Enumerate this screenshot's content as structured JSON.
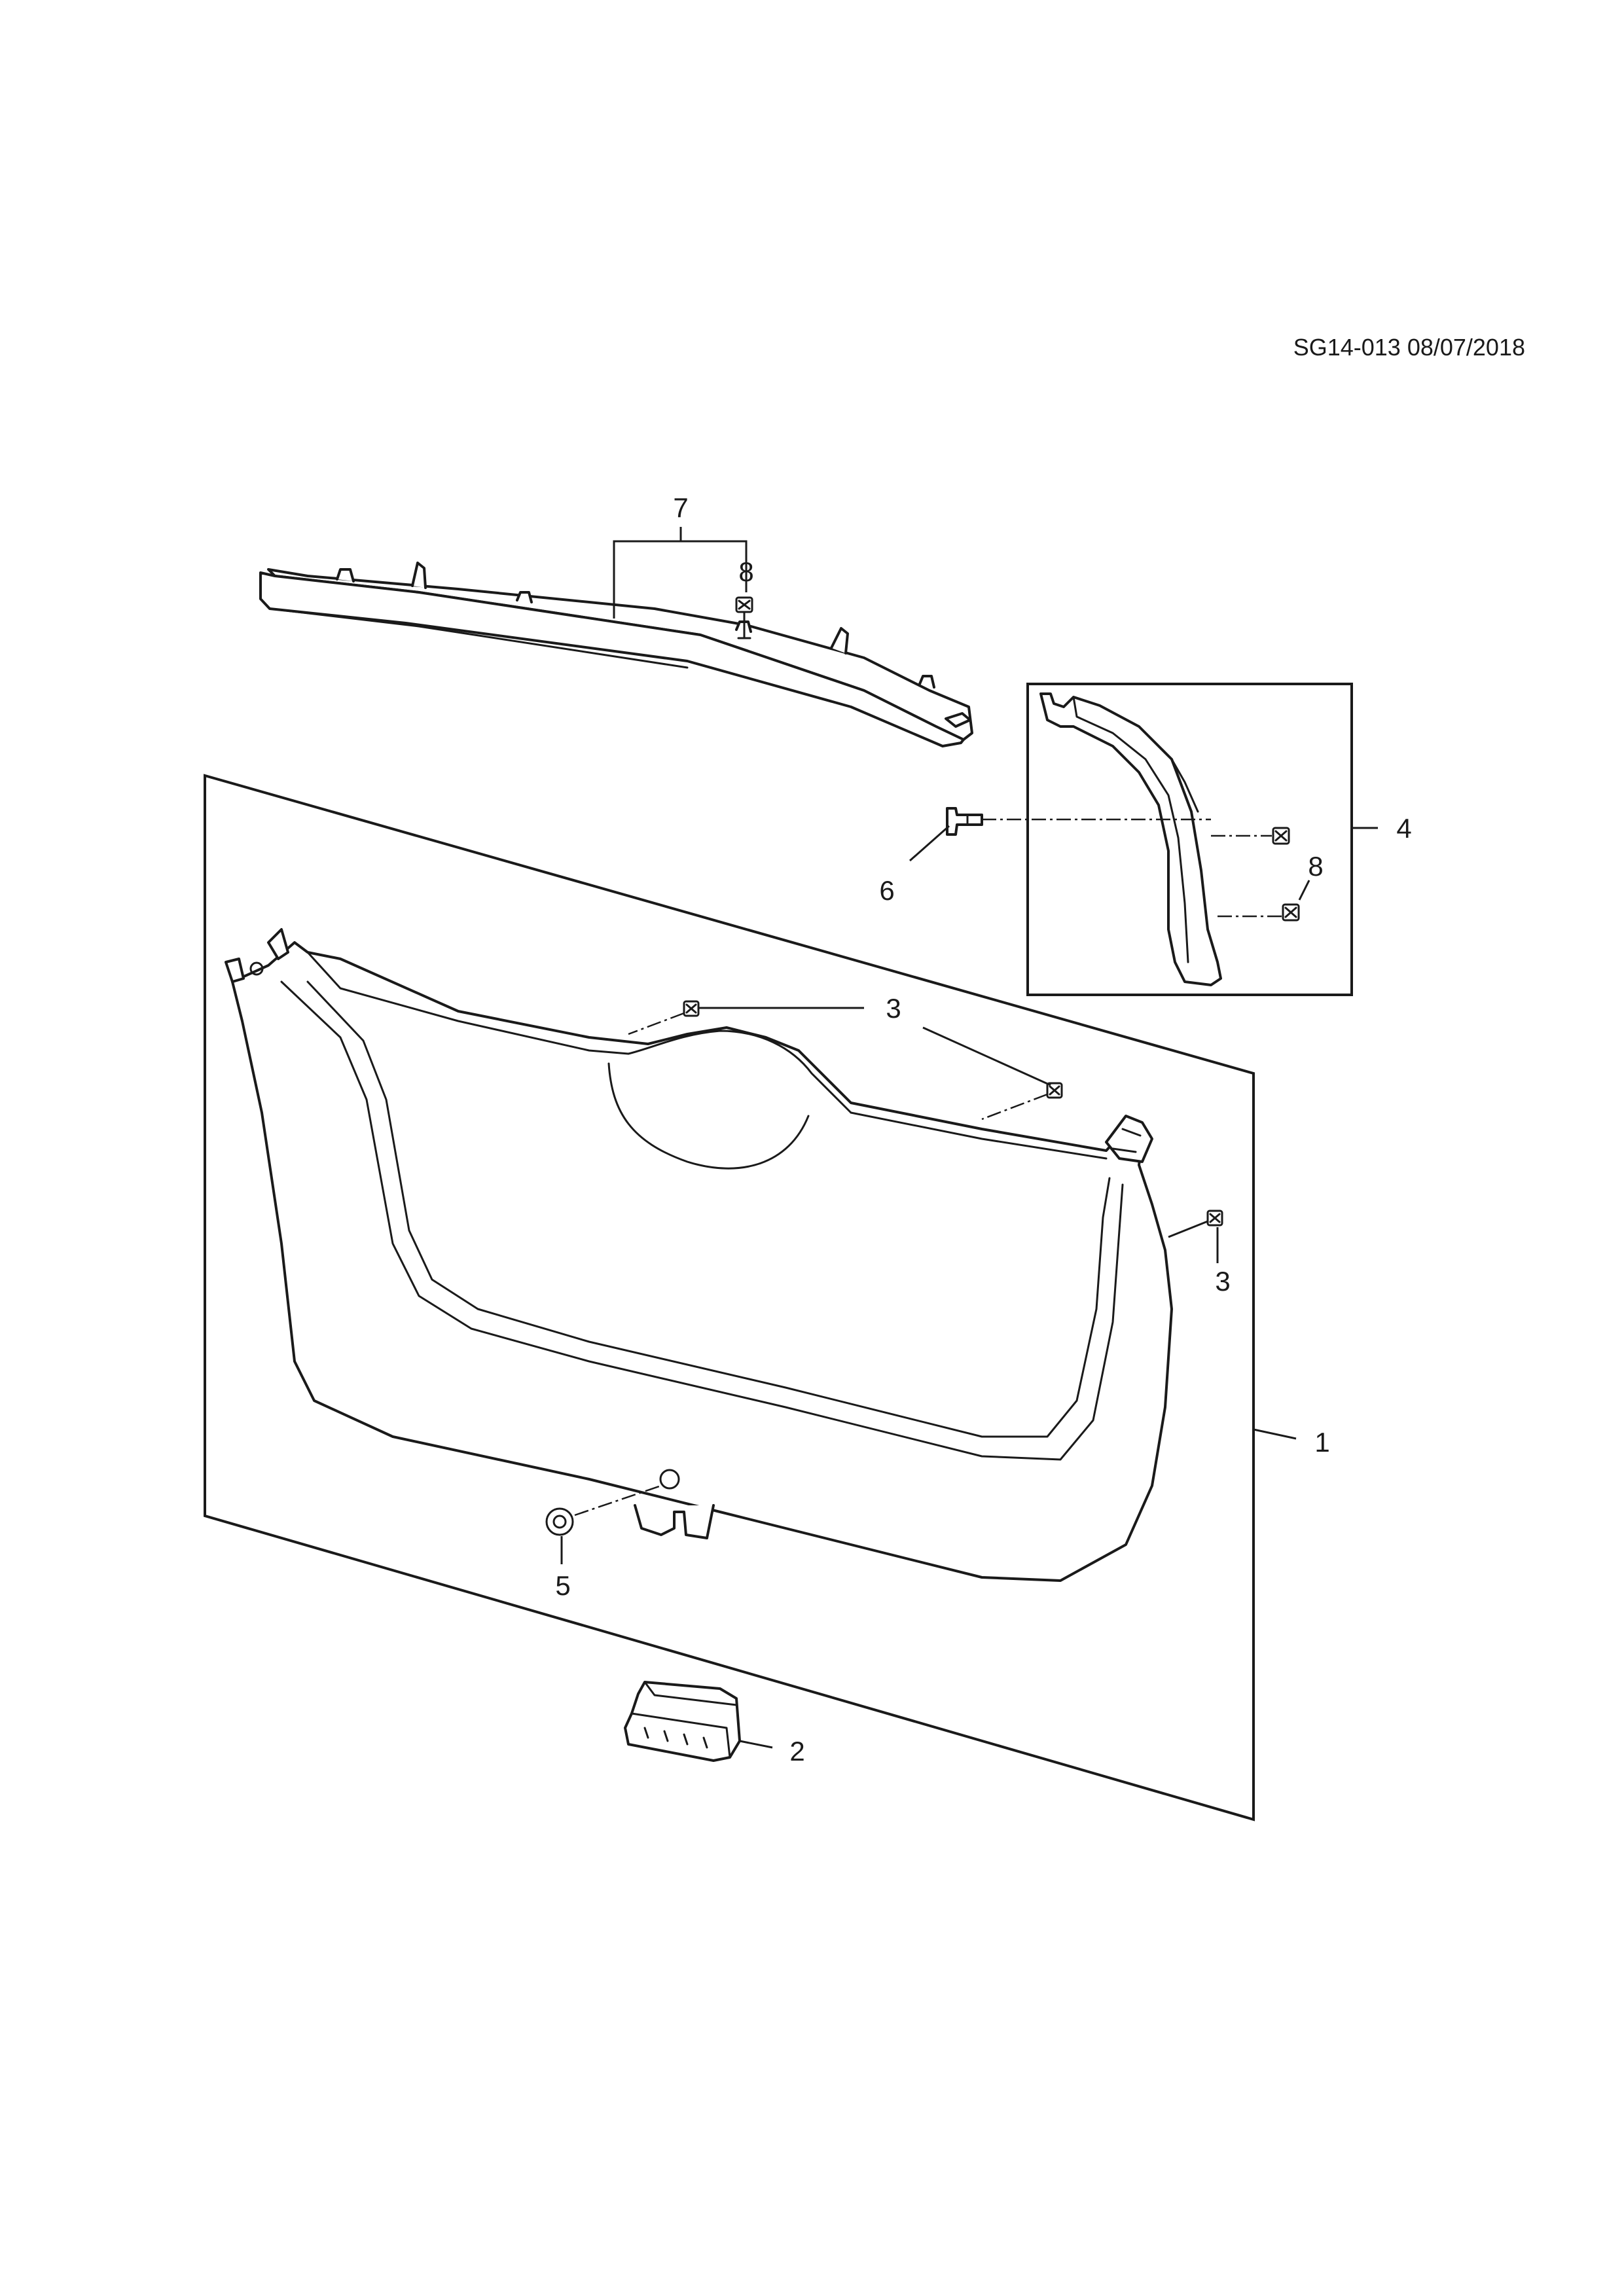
{
  "drawing_reference": "SG14-013 08/07/2018",
  "callouts": {
    "c1": "1",
    "c2": "2",
    "c3a": "3",
    "c3b": "3",
    "c4": "4",
    "c5": "5",
    "c6": "6",
    "c7": "7",
    "c8a": "8",
    "c8b": "8"
  }
}
